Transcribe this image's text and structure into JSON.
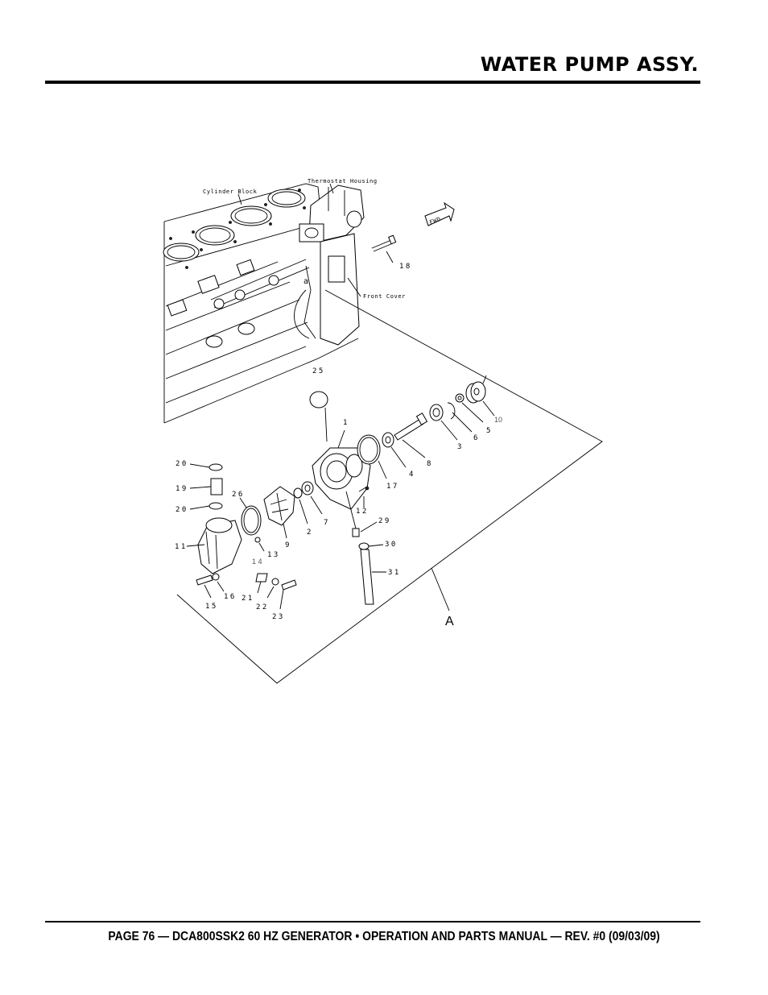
{
  "header": {
    "title": "WATER PUMP ASSY."
  },
  "footer": {
    "text": "PAGE 76 — DCA800SSK2 60 HZ GENERATOR • OPERATION AND PARTS MANUAL — REV. #0 (09/03/09)"
  },
  "diagram": {
    "captions": {
      "cylinder_block": "Cylinder Block",
      "thermostat_housing": "Thermostat Housing",
      "front_cover": "Front Cover",
      "fwd": "FWD",
      "a_small": "a",
      "a_big": "A"
    },
    "part_labels": {
      "p1": "1",
      "p2": "2",
      "p3": "3",
      "p4": "4",
      "p5": "5",
      "p6": "6",
      "p7": "7",
      "p8": "8",
      "p9": "9",
      "p10": "10",
      "p11": "11",
      "p12": "12",
      "p13": "13",
      "p14": "14",
      "p15": "15",
      "p16": "16",
      "p17": "17",
      "p18": "18",
      "p19": "19",
      "p20a": "20",
      "p20b": "20",
      "p21": "21",
      "p22": "22",
      "p23": "23",
      "p25": "25",
      "p26": "26",
      "p29": "29",
      "p30": "30",
      "p31": "31"
    }
  }
}
